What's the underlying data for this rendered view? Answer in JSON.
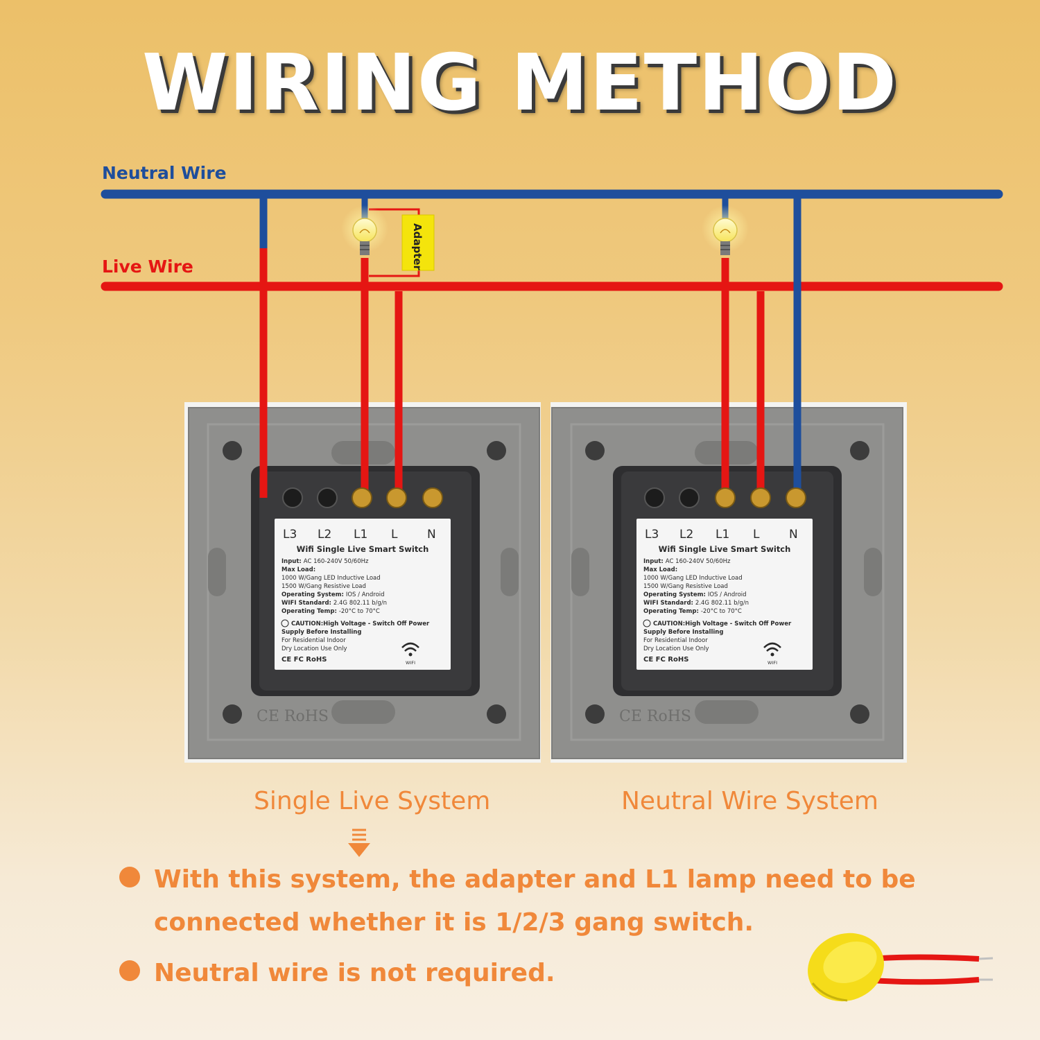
{
  "title": "WIRING METHOD",
  "wires": {
    "neutral_label": "Neutral Wire",
    "live_label": "Live Wire",
    "neutral_color": "#1e4e9c",
    "live_color": "#e51613"
  },
  "adapter_label": "Adapter",
  "switch_panel": {
    "terminals": [
      "L3",
      "L2",
      "L1",
      "L",
      "N"
    ],
    "product": "Wifi Single Live Smart Switch",
    "specs": [
      {
        "key": "Input:",
        "value": "AC 160-240V 50/60Hz"
      },
      {
        "key": "Max Load:",
        "value": ""
      },
      {
        "key": "",
        "value": "1000 W/Gang LED Inductive Load"
      },
      {
        "key": "",
        "value": "1500 W/Gang Resistive Load"
      },
      {
        "key": "Operating System:",
        "value": "IOS / Android"
      },
      {
        "key": "WIFI Standard:",
        "value": "2.4G 802.11 b/g/n"
      },
      {
        "key": "Operating Temp:",
        "value": "-20°C to 70°C"
      }
    ],
    "caution_1": "CAUTION:High Voltage - Switch Off  Power",
    "caution_2": "Supply Before Installing",
    "notes": [
      "For Residential Indoor",
      "Dry Location Use Only"
    ],
    "certs": "CE FC RoHS",
    "wifi_label": "WIFI",
    "back_cert": "CE RoHS"
  },
  "systems": {
    "left": "Single Live System",
    "right": "Neutral Wire System"
  },
  "bullets": [
    "With this system, the adapter and L1 lamp need to be connected whether it is 1/2/3 gang switch.",
    "Neutral wire is not required."
  ],
  "colors": {
    "accent": "#f0883a",
    "adapter_yellow": "#f4e40c",
    "panel_grey": "#8f8f8d",
    "module_dark": "#2e2e30"
  }
}
